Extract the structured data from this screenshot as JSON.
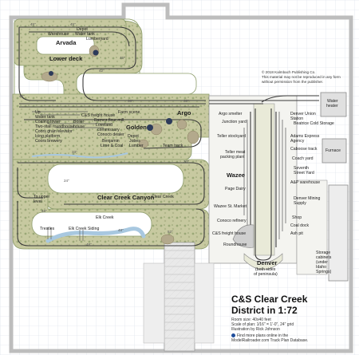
{
  "title": {
    "line1": "C&S Clear Creek",
    "line2": "District in 1:72"
  },
  "info": {
    "room": "Room size: 40x40 feet",
    "scale": "Scale of plan: 1⁄16\" = 1'-0\", 24\" grid",
    "illustration": "Illustration by Rick Johnson",
    "more_line1": "Find more plans online in the",
    "more_line2": "ModelRailroader.com Track Plan Database."
  },
  "copyright": {
    "line1": "© 2018 Kalmbach Publishing Co.",
    "line2": "This material may not be reproduced in any form",
    "line3": "without permission from the publisher."
  },
  "regions": {
    "arvada": "Arvada",
    "lower_deck": "Lower deck",
    "argo": "Argo",
    "golden": "Golden",
    "clear_creek_canyon": "Clear Creek Canyon",
    "wazee": "Wazee",
    "denver": "Denver",
    "denver_sub": "(both sides",
    "denver_sub2": "of peninsula)"
  },
  "labels": {
    "warehouse": "Warehouse",
    "depot_arvada": "Depot",
    "water_tank_arvada": "Water tank",
    "lumberyard_arvada": "Lumberyard",
    "up": "Up",
    "water_tank": "Water tank",
    "coaling_tower": "Coaling tower",
    "two_stall_roundhouse": "Two-stall roundhouse",
    "coors_grain_elevator": "Coors grain elevator",
    "icing_platform": "Icing platform",
    "coors_brewery": "Coors brewery",
    "cs_freight_house": "C&S freight house",
    "boiler_house": "Boiler",
    "boiler_house2": "house",
    "barnes_flour_mill": "Barnes flour mill",
    "loveland": "Loveland",
    "loveland2": "commissary",
    "conoco_dealer": "Conoco dealer",
    "benjamin": "Benjamin",
    "benjamin2": "Lime & Coal",
    "depot_golden": "Depot",
    "jobes": "Jobes",
    "jobes2": "Lumber",
    "farm_scene": "Farm scene",
    "team_track": "Team track",
    "argo_smelter": "Argo smelter",
    "junction_yard": "Junction yard",
    "teller_stockyard": "Teller stockyard",
    "teller_meat": "Teller meat",
    "teller_meat2": "packing plant",
    "page_dairy": "Page Dairy",
    "wazee_st_market": "Wazee St. Market",
    "conoco_refinery": "Conoco refinery",
    "cs_freight_house_wazee": "C&S freight house",
    "roundhouse": "Roundhouse",
    "denver_union": "Denver Union",
    "denver_union2": "Station",
    "beatrice": "Beatrice Cold Storage",
    "adams_express": "Adams Express",
    "adams_express2": "Agency",
    "caboose_track": "Caboose track",
    "coach_yard": "Coach yard",
    "seventh_street": "Seventh",
    "seventh_street2": "Street Yard",
    "ap_warehouse": "A&P warehouse",
    "denver_mining": "Denver Mining",
    "denver_mining2": "Supply",
    "shop": "Shop",
    "coal_dock": "Coal dock",
    "ash_pit": "Ash pit",
    "water_heater": "Water",
    "water_heater2": "heater",
    "furnace": "Furnace",
    "storage_cabinets": "Storage",
    "storage_cabinets2": "cabinets",
    "storage_cabinets3": "(under",
    "storage_cabinets4": "Idaho",
    "storage_cabinets5": "Springs)",
    "to_upper_level": "To upper",
    "to_upper_level2": "level",
    "elk_creek": "Elk Creek",
    "elk_creek_siding": "Elk Creek Siding",
    "trestles": "Trestles",
    "clear_creek": "Clear Creek"
  },
  "track_tags": [
    "45\"",
    "45\"",
    "45\"",
    "42\"",
    "40\"",
    "36\"",
    "36\"",
    "33\"",
    "30\"",
    "24\"",
    "48\"",
    "48\"",
    "52\"",
    "48\""
  ],
  "colors": {
    "benchwork": "#a8b88c",
    "scenery": "#c8c8a2",
    "aisle": "#ffffff",
    "wall": "#d9d9d9",
    "grid": "#d7dde8",
    "track": "#3a3a3a",
    "water": "#a8c8e0",
    "rock": "#b3a98c",
    "accent": "#1f4e9c"
  }
}
